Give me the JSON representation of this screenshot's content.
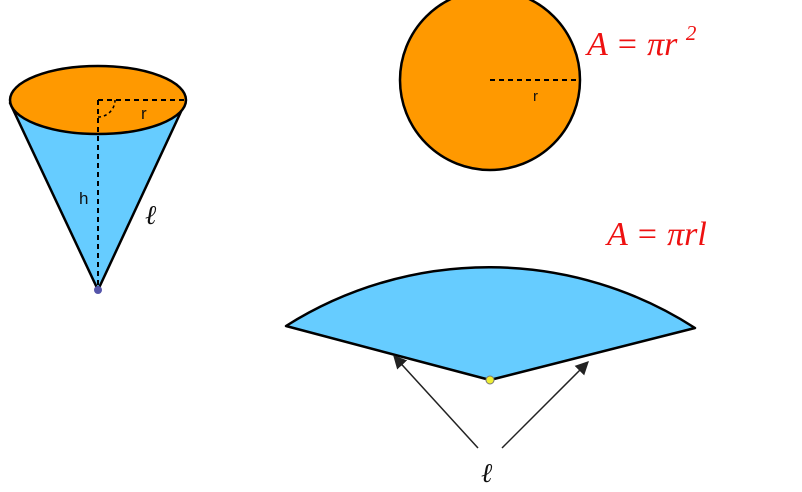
{
  "colors": {
    "fill_orange": "#FF9900",
    "fill_blue": "#66CCFF",
    "stroke": "#000000",
    "formula_red": "#EE1111",
    "apex_cone": "#5555AA",
    "apex_sector": "#EEEE33"
  },
  "cone": {
    "radius_label": "r",
    "height_label": "h",
    "slant_label": "ℓ"
  },
  "circle": {
    "radius_label": "r",
    "formula_prefix": "A = πr",
    "formula_exponent": "2"
  },
  "sector": {
    "formula": "A = πrl",
    "slant_label": "ℓ"
  }
}
